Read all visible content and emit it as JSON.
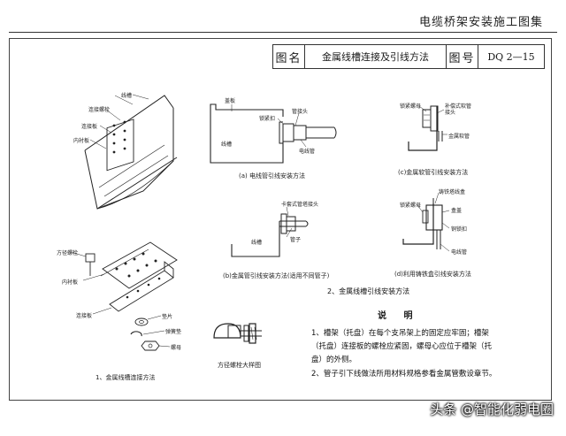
{
  "header": {
    "title": "电缆桥架安装施工图集"
  },
  "title_block": {
    "name_label": "图名",
    "name_value": "金属线槽连接及引线方法",
    "number_label": "图号",
    "number_value": "DQ 2—15"
  },
  "fig1": {
    "caption": "1、金属线槽连接方法",
    "labels": {
      "trough": "线槽",
      "connect_screw": "连接螺栓",
      "connect_plate": "连接板",
      "inner_lining": "内衬板",
      "square_bolt": "方径螺栓",
      "inner_lining_2": "内衬板",
      "connect_plate_2": "连接板",
      "washer": "垫片",
      "spring_washer": "弹簧垫",
      "nut": "螺母"
    }
  },
  "bolt_detail": {
    "caption": "方径螺栓大样图"
  },
  "fig2": {
    "caption": "2、金属线槽引线安装方法",
    "a": {
      "caption": "(a)  电线管引线安装方法",
      "labels": {
        "cover": "盖板",
        "lock_buckle": "锁紧扣",
        "pipe_connector": "管接头",
        "trough": "线槽",
        "conduit": "电线管"
      }
    },
    "b": {
      "caption": "(b)金属管引线安装方法(适用不同管子)",
      "labels": {
        "clamp_connector": "卡套式管塔接头",
        "trough": "线槽",
        "pipe": "管子"
      }
    },
    "c": {
      "caption": "(c)金属软管引线安装方法",
      "labels": {
        "lock_nut": "锁紧螺母",
        "flex_connector": "补偿式软管接头",
        "flex_pipe": "金属软管"
      }
    },
    "d": {
      "caption": "(d)利用铸铁盒引线安装方法",
      "labels": {
        "iron_box": "铸铁塔线盒",
        "lock_nut": "锁紧螺母",
        "box_cover": "盒盖",
        "lock_buckle": "铜锁扣",
        "conduit": "电线管"
      }
    }
  },
  "notes": {
    "heading": "说 明",
    "items": [
      "1、槽架（托盘）在每个支吊架上的固定应牢固；槽架（托盘）连接板的螺栓应紧固，螺母心应位于槽架（托盘）的外侧。",
      "2、管子引下线做法所用材料规格参看金属管敷设章节。"
    ]
  },
  "watermark": "头条 @智能化弱电圈"
}
